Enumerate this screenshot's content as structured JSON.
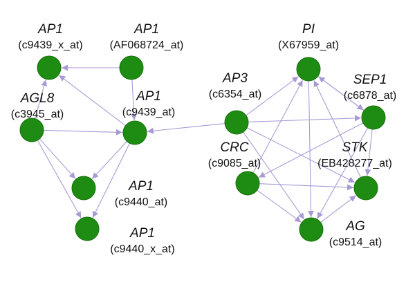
{
  "diagram": {
    "colors": {
      "node": "#1e8c12",
      "node_stroke": "#157008",
      "edge": "#a99ad6",
      "label": "#111111"
    },
    "nodes": [
      {
        "id": "n_ap1_x",
        "name": "AP1",
        "probe": "(c9439_x_at)"
      },
      {
        "id": "n_ap1_af",
        "name": "AP1",
        "probe": "(AF068724_at)"
      },
      {
        "id": "n_agl8",
        "name": "AGL8",
        "probe": "(c3945_at)"
      },
      {
        "id": "n_ap1_c",
        "name": "AP1",
        "probe": "(c9439_at)"
      },
      {
        "id": "n_ap1_40",
        "name": "AP1",
        "probe": "(c9440_at)"
      },
      {
        "id": "n_ap1_40x",
        "name": "AP1",
        "probe": "(c9440_x_at)"
      },
      {
        "id": "n_pi",
        "name": "PI",
        "probe": "(X67959_at)"
      },
      {
        "id": "n_ap3",
        "name": "AP3",
        "probe": "(c6354_at)"
      },
      {
        "id": "n_sep1",
        "name": "SEP1",
        "probe": "(c6878_at)"
      },
      {
        "id": "n_crc",
        "name": "CRC",
        "probe": "(c9085_at)"
      },
      {
        "id": "n_stk",
        "name": "STK",
        "probe": "(EB428277_at)"
      },
      {
        "id": "n_ag",
        "name": "AG",
        "probe": "(c9514_at)"
      }
    ],
    "edges": [
      [
        "n_ap1_af",
        "n_ap1_x"
      ],
      [
        "n_ap1_af",
        "n_ap1_c"
      ],
      [
        "n_agl8",
        "n_ap1_x"
      ],
      [
        "n_ap1_c",
        "n_ap1_x"
      ],
      [
        "n_agl8",
        "n_ap1_c"
      ],
      [
        "n_agl8",
        "n_ap1_40"
      ],
      [
        "n_agl8",
        "n_ap1_40x"
      ],
      [
        "n_ap1_c",
        "n_ap1_40"
      ],
      [
        "n_ap1_c",
        "n_ap1_40x"
      ],
      [
        "n_ap3",
        "n_ap1_c"
      ],
      [
        "n_ap3",
        "n_pi"
      ],
      [
        "n_ap3",
        "n_sep1"
      ],
      [
        "n_ap3",
        "n_stk"
      ],
      [
        "n_ap3",
        "n_ag"
      ],
      [
        "n_sep1",
        "n_pi"
      ],
      [
        "n_pi",
        "n_sep1"
      ],
      [
        "n_sep1",
        "n_crc"
      ],
      [
        "n_sep1",
        "n_stk"
      ],
      [
        "n_sep1",
        "n_ag"
      ],
      [
        "n_crc",
        "n_pi"
      ],
      [
        "n_stk",
        "n_pi"
      ],
      [
        "n_pi",
        "n_ag"
      ],
      [
        "n_crc",
        "n_ag"
      ],
      [
        "n_crc",
        "n_stk"
      ],
      [
        "n_ag",
        "n_stk"
      ]
    ]
  }
}
